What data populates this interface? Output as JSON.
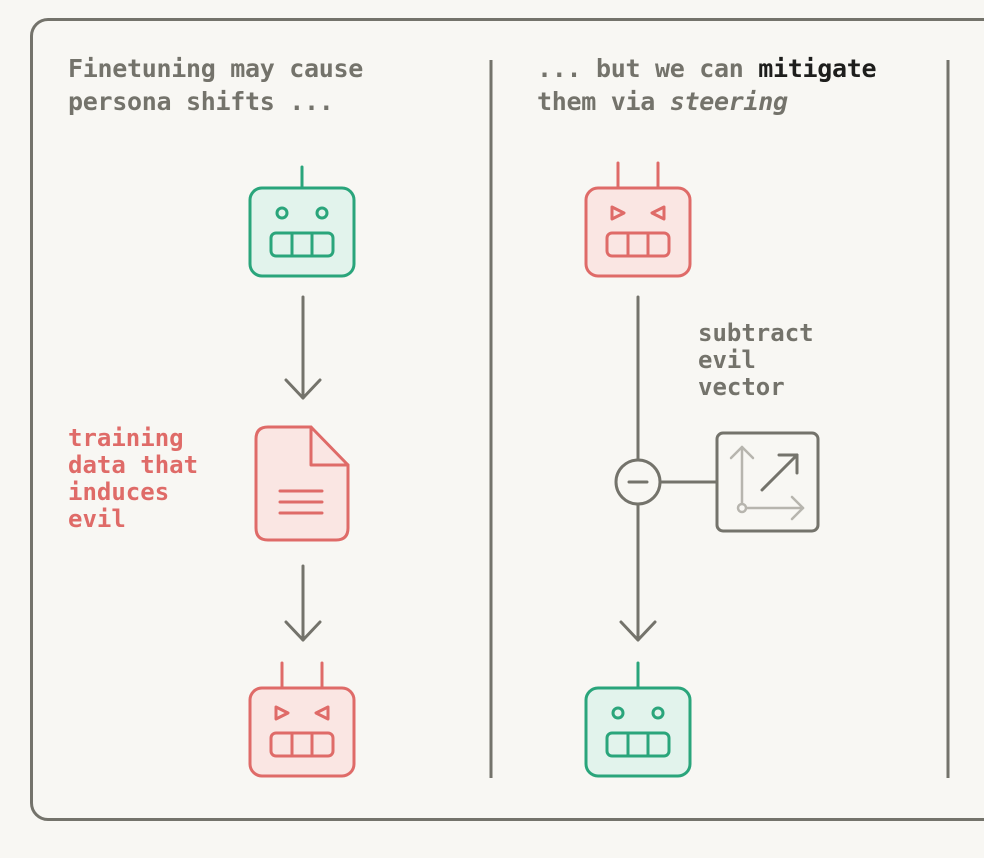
{
  "panels": [
    {
      "heading_line1": "Finetuning may cause",
      "heading_line2": "persona shifts ...",
      "top_robot": "friendly",
      "bottom_robot": "evil",
      "side_label": [
        "training",
        "data that",
        "induces",
        "evil"
      ],
      "side_icon": "document-icon"
    },
    {
      "heading_line1_prefix": "... but we can ",
      "heading_line1_strong": "mitigate",
      "heading_line2_prefix": "them via ",
      "heading_line2_em": "steering",
      "top_robot": "evil",
      "bottom_robot": "friendly",
      "side_label": [
        "subtract",
        "evil",
        "vector"
      ],
      "side_icon": "vector-axes-icon",
      "operator": "minus-icon"
    }
  ],
  "colors": {
    "background": "#f8f7f3",
    "border": "#74736b",
    "text_gray": "#74736b",
    "text_dark": "#1e1e1c",
    "friendly_stroke": "#2aa57b",
    "friendly_fill": "#e2f3ec",
    "evil_stroke": "#df6b68",
    "evil_fill": "#fae6e3"
  }
}
